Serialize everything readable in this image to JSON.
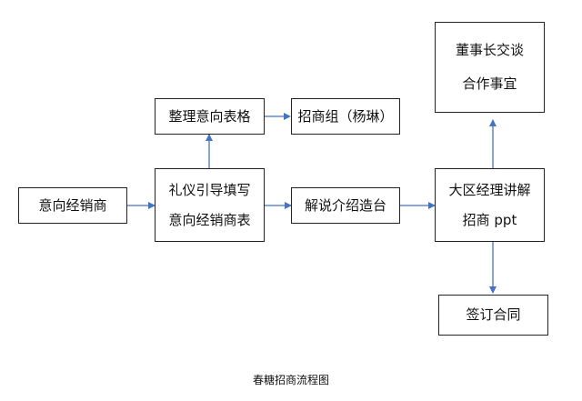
{
  "nodes": {
    "dealer": {
      "lines": [
        "意向经销商"
      ]
    },
    "etiquette": {
      "lines": [
        "礼仪引导填写",
        "意向经销商表"
      ]
    },
    "organize": {
      "lines": [
        "整理意向表格"
      ]
    },
    "recruit_team": {
      "lines": [
        "招商组（杨琳）"
      ]
    },
    "intro_site": {
      "lines": [
        "解说介绍造台"
      ]
    },
    "regional_manager": {
      "lines": [
        "大区经理讲解",
        "招商 ppt"
      ]
    },
    "chairman": {
      "lines": [
        "董事长交谈",
        "合作事宜"
      ]
    },
    "sign": {
      "lines": [
        "签订合同"
      ]
    }
  },
  "edges": [
    {
      "from": "dealer",
      "to": "etiquette"
    },
    {
      "from": "etiquette",
      "to": "organize"
    },
    {
      "from": "organize",
      "to": "recruit_team"
    },
    {
      "from": "etiquette",
      "to": "intro_site"
    },
    {
      "from": "intro_site",
      "to": "regional_manager"
    },
    {
      "from": "regional_manager",
      "to": "chairman"
    },
    {
      "from": "regional_manager",
      "to": "sign"
    }
  ],
  "caption": "春糖招商流程图",
  "colors": {
    "arrow": "#4472C4",
    "border": "#222222",
    "text": "#111111"
  }
}
